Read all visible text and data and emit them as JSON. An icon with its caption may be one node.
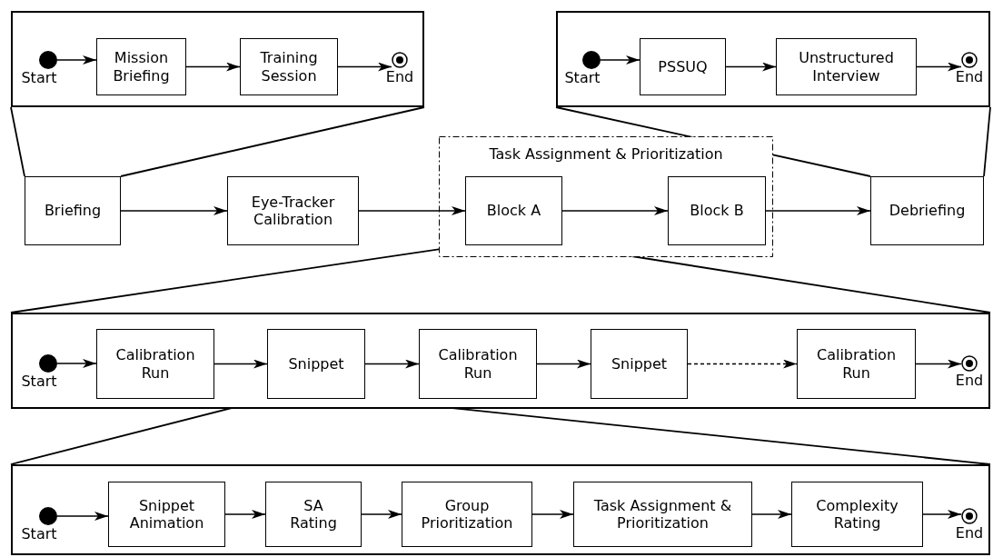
{
  "diagram": {
    "nodes": [
      {
        "text": [],
        "shape": "box"
      },
      {
        "text": [],
        "shape": "circle",
        "beside": [
          "Start"
        ],
        "in": 0
      },
      {
        "text": [
          "Mission Briefing"
        ],
        "in": 0
      },
      {
        "text": [
          "Training Session"
        ],
        "in": 0
      },
      {
        "text": [],
        "shape": "bullseye",
        "beside": [
          "End"
        ],
        "in": 0
      },
      {
        "text": [],
        "shape": "box"
      },
      {
        "text": [],
        "shape": "circle",
        "beside": [
          "Start"
        ],
        "in": 5
      },
      {
        "text": [
          "PSSUQ"
        ],
        "in": 5
      },
      {
        "text": [
          "Unstructured Interview"
        ],
        "in": 5
      },
      {
        "text": [],
        "shape": "bullseye",
        "beside": [
          "End"
        ],
        "in": 5
      },
      {
        "text": [
          "Briefing"
        ]
      },
      {
        "text": [
          "Eye-Tracker Calibration"
        ]
      },
      {
        "text": [
          "Task Assignment & Prioritization"
        ]
      },
      {
        "text": [
          "Block A"
        ],
        "in": 12
      },
      {
        "text": [
          "Block B"
        ],
        "in": 12
      },
      {
        "text": [
          "Debriefing"
        ]
      },
      {
        "text": [],
        "shape": "box"
      },
      {
        "text": [],
        "shape": "circle",
        "beside": [
          "Start"
        ],
        "in": 16
      },
      {
        "text": [
          "Calibration Run"
        ],
        "in": 16
      },
      {
        "text": [
          "Snippet"
        ],
        "in": 16
      },
      {
        "text": [
          "Calibration Run"
        ],
        "in": 16
      },
      {
        "text": [
          "Snippet"
        ],
        "in": 16
      },
      {
        "text": [
          "Calibration Run"
        ],
        "in": 16
      },
      {
        "text": [],
        "shape": "bullseye",
        "beside": [
          "End"
        ],
        "in": 16
      },
      {
        "text": [],
        "shape": "box"
      },
      {
        "text": [],
        "shape": "circle",
        "beside": [
          "Start"
        ],
        "in": 24
      },
      {
        "text": [
          "Snippet Animation"
        ],
        "in": 24
      },
      {
        "text": [
          "SA Rating"
        ],
        "in": 24
      },
      {
        "text": [
          "Group Prioritization"
        ],
        "in": 24
      },
      {
        "text": [
          "Task Assignment & Prioritization"
        ],
        "in": 24
      },
      {
        "text": [
          "Complexity Rating"
        ],
        "in": 24
      },
      {
        "text": [],
        "shape": "bullseye",
        "beside": [
          "End"
        ],
        "in": 24
      }
    ],
    "edges": [
      {
        "from": 1,
        "to": 2,
        "arrow": "to"
      },
      {
        "from": 2,
        "to": 3,
        "arrow": "to"
      },
      {
        "from": 3,
        "to": 4,
        "arrow": "to"
      },
      {
        "from": 6,
        "to": 7,
        "arrow": "to"
      },
      {
        "from": 7,
        "to": 8,
        "arrow": "to"
      },
      {
        "from": 8,
        "to": 9,
        "arrow": "to"
      },
      {
        "from": 10,
        "to": 11,
        "arrow": "to"
      },
      {
        "from": 11,
        "to": 13,
        "arrow": "to"
      },
      {
        "from": 13,
        "to": 14,
        "arrow": "to"
      },
      {
        "from": 14,
        "to": 15,
        "arrow": "to"
      },
      {
        "from": 17,
        "to": 18,
        "arrow": "to"
      },
      {
        "from": 18,
        "to": 19,
        "arrow": "to"
      },
      {
        "from": 19,
        "to": 20,
        "arrow": "to"
      },
      {
        "from": 20,
        "to": 21,
        "arrow": "to"
      },
      {
        "from": 21,
        "to": 22,
        "arrow": "to",
        "style": "dashed"
      },
      {
        "from": 22,
        "to": 23,
        "arrow": "to"
      },
      {
        "from": 25,
        "to": 26,
        "arrow": "to"
      },
      {
        "from": 26,
        "to": 27,
        "arrow": "to"
      },
      {
        "from": 27,
        "to": 28,
        "arrow": "to"
      },
      {
        "from": 28,
        "to": 29,
        "arrow": "to"
      },
      {
        "from": 29,
        "to": 30,
        "arrow": "to"
      },
      {
        "from": 30,
        "to": 31,
        "arrow": "to"
      },
      {
        "from": 10,
        "to": 0,
        "arrow": "none"
      },
      {
        "from": 10,
        "to": 0,
        "arrow": "none"
      },
      {
        "from": 15,
        "to": 5,
        "arrow": "none"
      },
      {
        "from": 15,
        "to": 5,
        "arrow": "none"
      },
      {
        "from": 13,
        "to": 16,
        "arrow": "none"
      },
      {
        "from": 13,
        "to": 16,
        "arrow": "none"
      },
      {
        "from": 19,
        "to": 24,
        "arrow": "none"
      },
      {
        "from": 19,
        "to": 24,
        "arrow": "none"
      }
    ]
  }
}
